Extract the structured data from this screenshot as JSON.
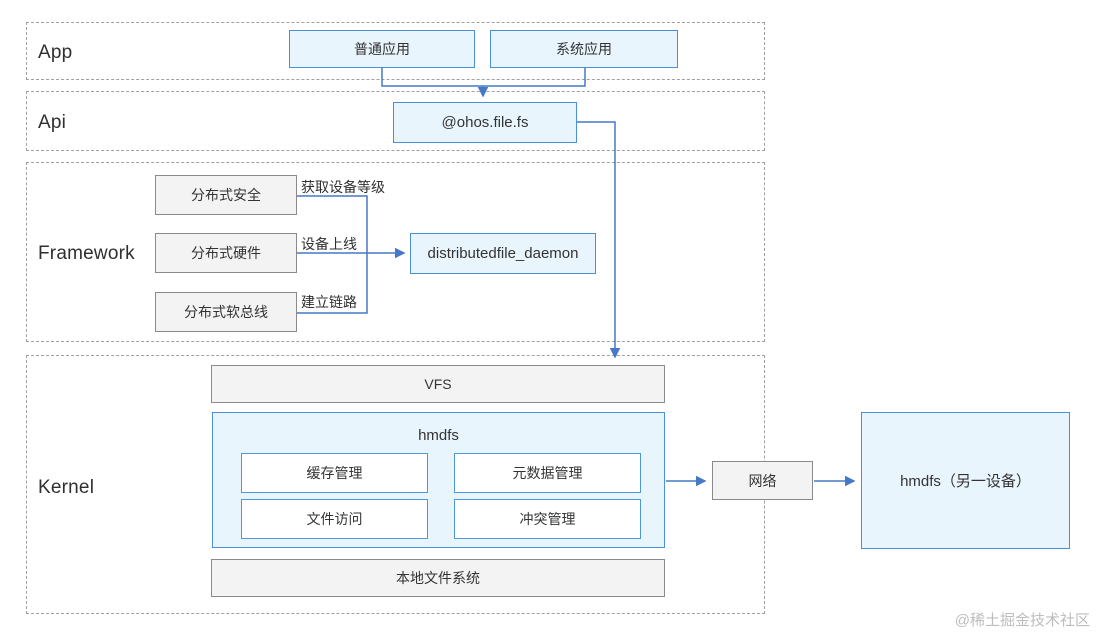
{
  "colors": {
    "light_blue_fill": "#e9f5fd",
    "blue_border": "#4a90d9",
    "connector_blue": "#4678c8",
    "gray_fill": "#f3f3f3",
    "gray_border": "#8a8a8a",
    "dashed_border": "#a0a0a0",
    "text": "#333333",
    "watermark_gray": "#bdbdbd"
  },
  "sections": {
    "app": {
      "label": "App",
      "apps": [
        {
          "label": "普通应用"
        },
        {
          "label": "系统应用"
        }
      ]
    },
    "api": {
      "label": "Api",
      "module": {
        "label": "@ohos.file.fs"
      }
    },
    "framework": {
      "label": "Framework",
      "components": [
        {
          "label": "分布式安全",
          "edge_label": "获取设备等级"
        },
        {
          "label": "分布式硬件",
          "edge_label": "设备上线"
        },
        {
          "label": "分布式软总线",
          "edge_label": "建立链路"
        }
      ],
      "daemon": {
        "label": "distributedfile_daemon"
      }
    },
    "kernel": {
      "label": "Kernel",
      "vfs": {
        "label": "VFS"
      },
      "hmdfs": {
        "label": "hmdfs",
        "modules": [
          {
            "label": "缓存管理"
          },
          {
            "label": "元数据管理"
          },
          {
            "label": "文件访问"
          },
          {
            "label": "冲突管理"
          }
        ]
      },
      "local_fs": {
        "label": "本地文件系统"
      }
    }
  },
  "external": {
    "network": {
      "label": "网络"
    },
    "remote_hmdfs": {
      "label": "hmdfs（另一设备）"
    }
  },
  "watermark": {
    "label": "@稀土掘金技术社区"
  }
}
